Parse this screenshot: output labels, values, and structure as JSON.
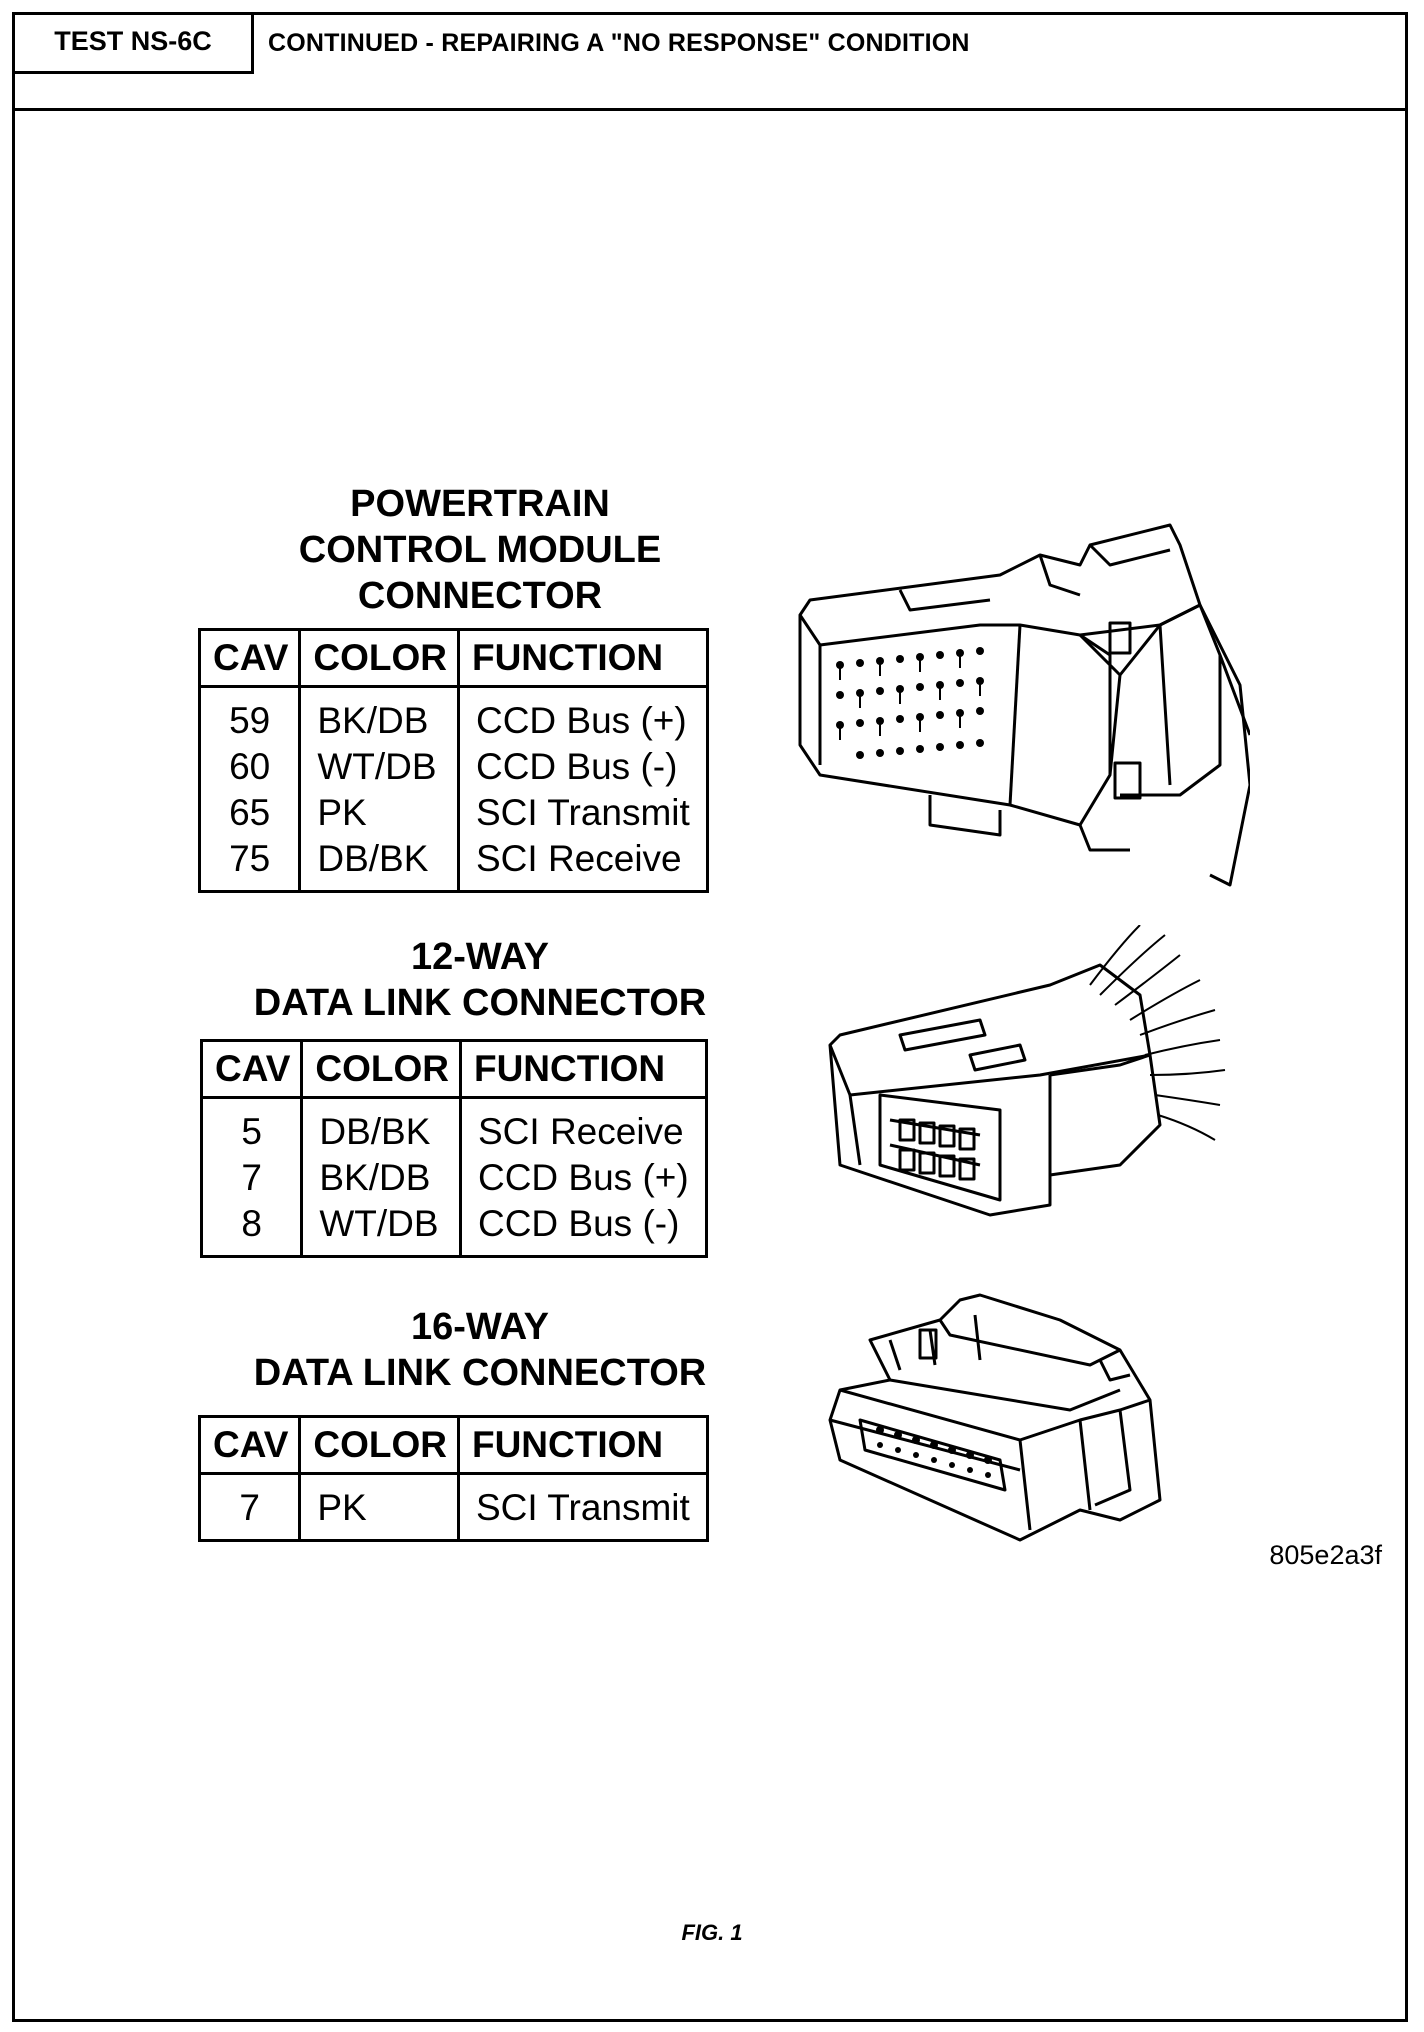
{
  "header": {
    "test_id": "TEST NS-6C",
    "title": "CONTINUED - REPAIRING A \"NO RESPONSE\" CONDITION"
  },
  "table_headers": {
    "cav": "CAV",
    "color": "COLOR",
    "function": "FUNCTION"
  },
  "pcm": {
    "title_line1": "POWERTRAIN",
    "title_line2": "CONTROL MODULE",
    "title_line3": "CONNECTOR",
    "rows": [
      {
        "cav": "59",
        "color": "BK/DB",
        "function": "CCD Bus (+)"
      },
      {
        "cav": "60",
        "color": "WT/DB",
        "function": "CCD Bus (-)"
      },
      {
        "cav": "65",
        "color": "PK",
        "function": "SCI Transmit"
      },
      {
        "cav": "75",
        "color": "DB/BK",
        "function": "SCI Receive"
      }
    ]
  },
  "dlc12": {
    "title_line1": "12-WAY",
    "title_line2": "DATA LINK CONNECTOR",
    "rows": [
      {
        "cav": "5",
        "color": "DB/BK",
        "function": "SCI Receive"
      },
      {
        "cav": "7",
        "color": "BK/DB",
        "function": "CCD Bus (+)"
      },
      {
        "cav": "8",
        "color": "WT/DB",
        "function": "CCD Bus (-)"
      }
    ]
  },
  "dlc16": {
    "title_line1": "16-WAY",
    "title_line2": "DATA LINK CONNECTOR",
    "rows": [
      {
        "cav": "7",
        "color": "PK",
        "function": "SCI Transmit"
      }
    ]
  },
  "figure": {
    "code": "805e2a3f",
    "label": "FIG. 1"
  }
}
